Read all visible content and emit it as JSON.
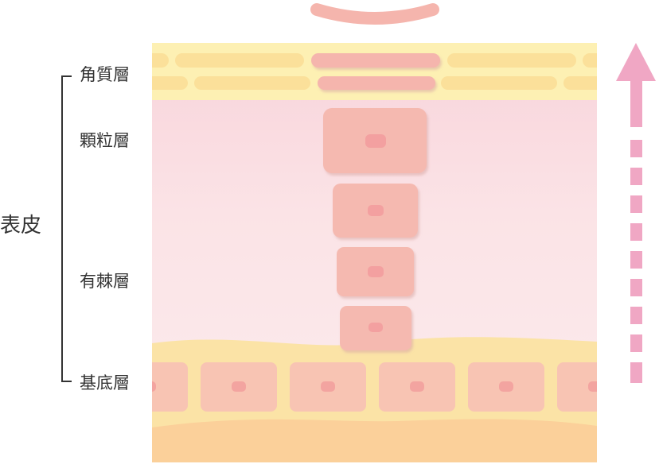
{
  "labels": {
    "group": "表皮",
    "stratum_corneum": "角質層",
    "stratum_granulosum": "顆粒層",
    "stratum_spinosum": "有棘層",
    "stratum_basale": "基底層"
  },
  "colors": {
    "corneum_bg": "#fdf0b3",
    "corneum_cell": "#fbe09a",
    "highlight_cell": "#f5b5ad",
    "granular_bg": "#fadbe0",
    "spinous_bg": "#fbe6e8",
    "basal_bg": "#fbe3a6",
    "basal_cell": "#f8c4b3",
    "nucleus": "#f3a4a0",
    "dermis": "#fbd09a",
    "arrow": "#f0a7c4",
    "bracket": "#333333",
    "text": "#333333"
  },
  "icons": {
    "arrow": "upward-turnover-arrow"
  }
}
